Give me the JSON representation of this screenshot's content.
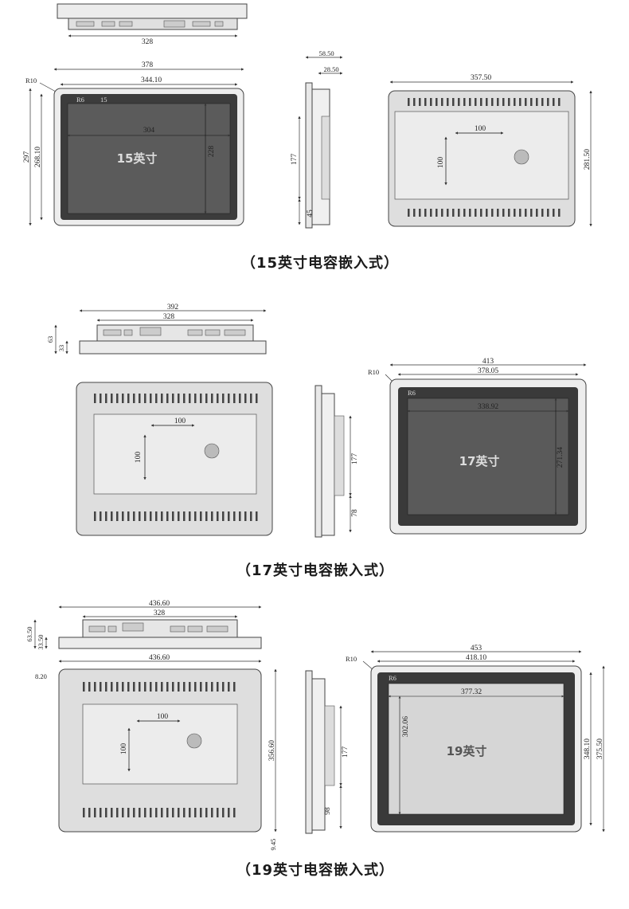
{
  "panel15": {
    "caption": "（15英寸电容嵌入式）",
    "screen_label": "15英寸",
    "top_view": {
      "width": "328"
    },
    "front": {
      "outer_w": "378",
      "inner_w": "344.10",
      "radius": "R10",
      "corner": "R6",
      "corner2": "15",
      "active_w": "304",
      "active_h": "228",
      "outer_h": "297",
      "inner_h": "268.10"
    },
    "side": {
      "total": "58.50",
      "flange": "28.50",
      "body_h": "177",
      "bottom": "45"
    },
    "back": {
      "width": "357.50",
      "height": "281.50",
      "vesa_w": "100",
      "vesa_h": "100"
    }
  },
  "panel17": {
    "caption": "（17英寸电容嵌入式）",
    "screen_label": "17英寸",
    "top_view": {
      "outer_w": "392",
      "inner_w": "328",
      "depth": "63",
      "depth2": "33"
    },
    "back": {
      "vesa_w": "100",
      "vesa_h": "100"
    },
    "side": {
      "body_h": "177",
      "bottom": "78"
    },
    "front": {
      "outer_w": "413",
      "inner_w": "378.05",
      "radius": "R10",
      "corner": "R6",
      "active_w": "338.92",
      "active_h": "271.34"
    }
  },
  "panel19": {
    "caption": "（19英寸电容嵌入式）",
    "screen_label": "19英寸",
    "top_view": {
      "outer_w": "436.60",
      "inner_w": "328",
      "depth": "63.50",
      "depth2": "33.50"
    },
    "back": {
      "outer_w": "436.60",
      "edge": "8.20",
      "height": "356.60",
      "vesa_w": "100",
      "vesa_h": "100",
      "bottom": "9.45"
    },
    "side": {
      "body_h": "177",
      "bottom": "98"
    },
    "front": {
      "outer_w": "453",
      "inner_w": "418.10",
      "radius": "R10",
      "corner": "R6",
      "active_w": "377.32",
      "active_h": "302.06",
      "inner_h": "348.10",
      "outer_h": "375.50"
    }
  },
  "colors": {
    "bezel": "#5a5a5a",
    "screen_dark": "#555555",
    "screen_light": "#d6d6d6",
    "metal": "#e4e4e4",
    "label_light": "#dcdcdc",
    "label_dark": "#555555"
  }
}
